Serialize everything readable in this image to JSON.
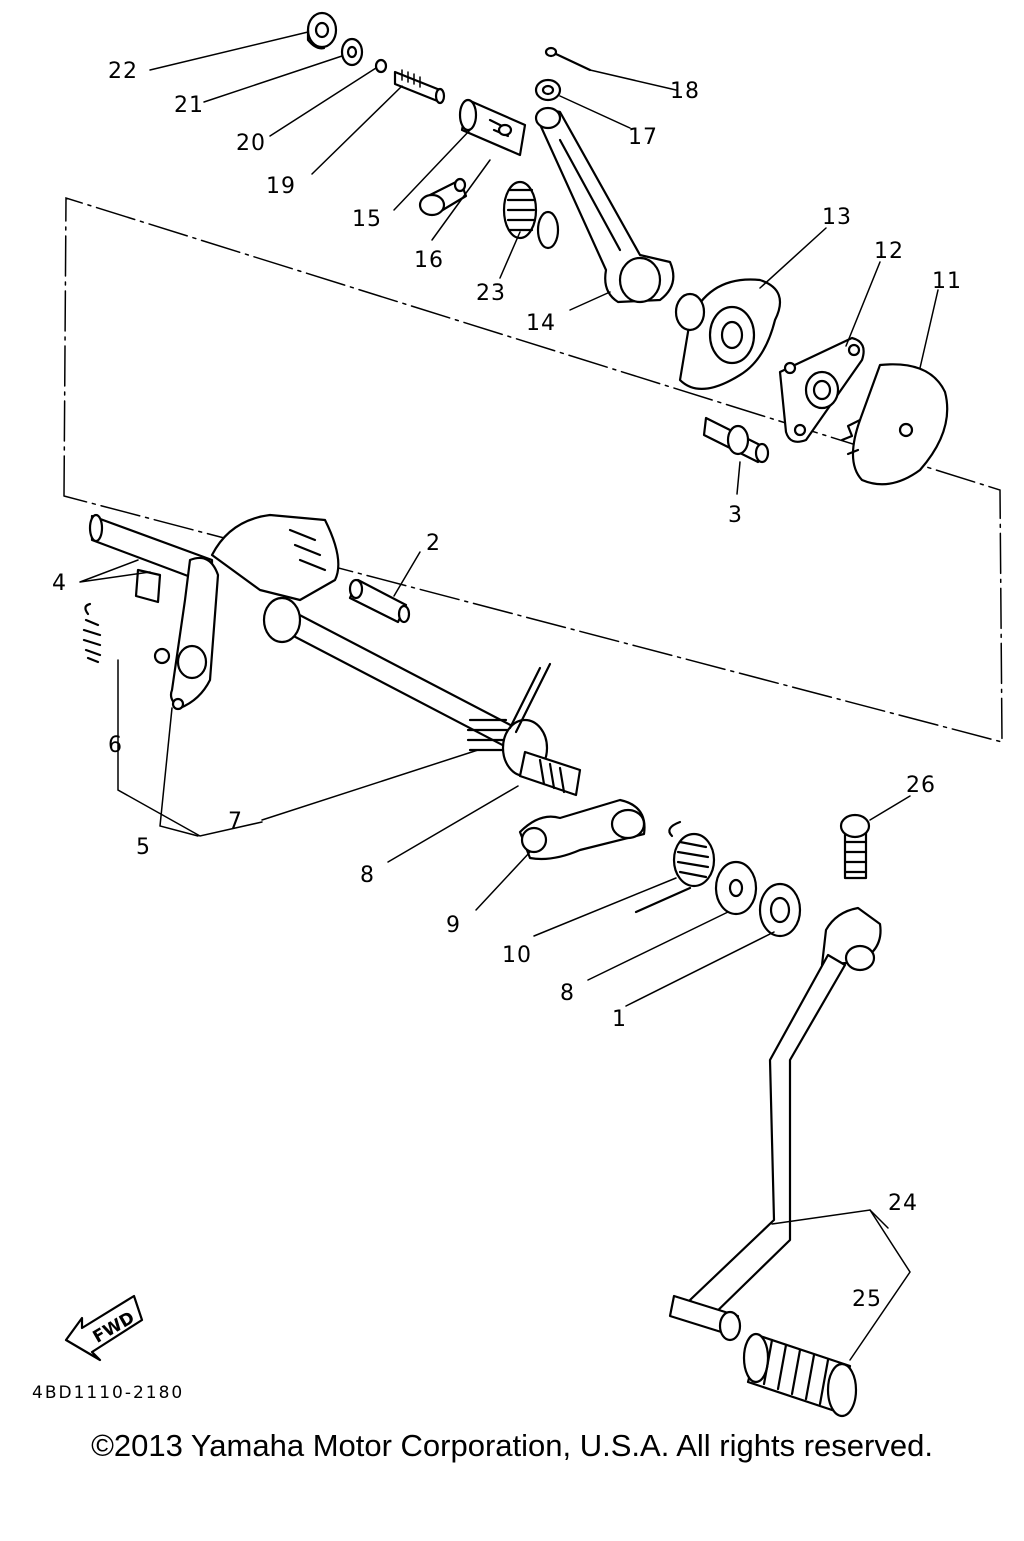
{
  "diagram": {
    "callouts": {
      "c1": "1",
      "c2": "2",
      "c3": "3",
      "c4": "4",
      "c5": "5",
      "c6": "6",
      "c7": "7",
      "c8a": "8",
      "c8b": "8",
      "c9": "9",
      "c10": "10",
      "c11": "11",
      "c12": "12",
      "c13": "13",
      "c14": "14",
      "c15": "15",
      "c16": "16",
      "c17": "17",
      "c18": "18",
      "c19": "19",
      "c20": "20",
      "c21": "21",
      "c22": "22",
      "c23": "23",
      "c24": "24",
      "c25": "25",
      "c26": "26"
    },
    "fwd_label": "FWD",
    "part_code": "4BD1110-2180"
  },
  "footer": {
    "copyright": "©2013 Yamaha Motor Corporation, U.S.A. All rights reserved."
  }
}
